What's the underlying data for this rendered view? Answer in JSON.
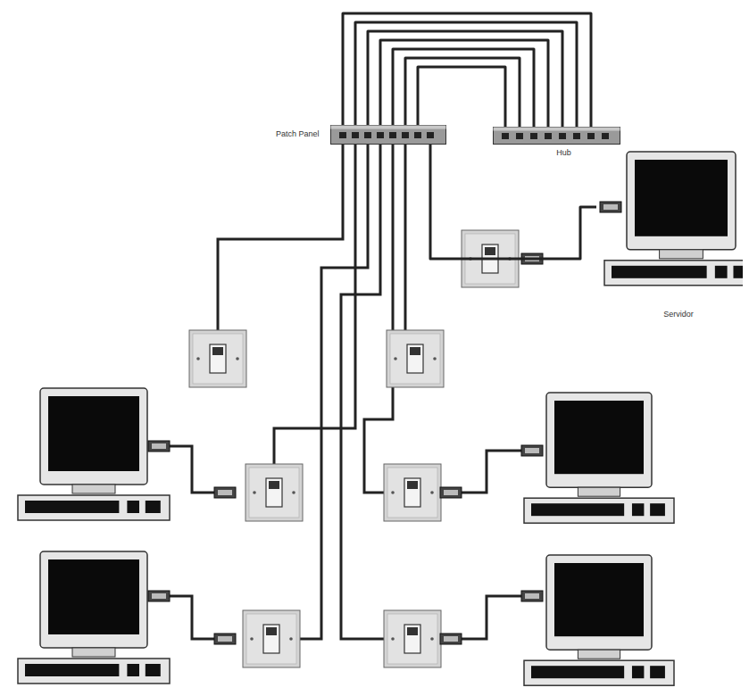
{
  "diagram": {
    "nodes": [
      {
        "text": [
          "Patch Panel"
        ]
      },
      {
        "text": [
          "Hub"
        ]
      },
      {
        "text": [
          "Servidor"
        ]
      }
    ],
    "edges": [
      {
        "from": 0,
        "to": 1,
        "arrow": "none"
      },
      {
        "from": 0,
        "to": 1,
        "arrow": "none"
      },
      {
        "from": 0,
        "to": 1,
        "arrow": "none"
      },
      {
        "from": 0,
        "to": 1,
        "arrow": "none"
      },
      {
        "from": 0,
        "to": 1,
        "arrow": "none"
      },
      {
        "from": 0,
        "to": 1,
        "arrow": "none"
      },
      {
        "from": 0,
        "to": 1,
        "arrow": "none"
      },
      {
        "from": 0,
        "to": 2,
        "arrow": "none"
      }
    ]
  }
}
